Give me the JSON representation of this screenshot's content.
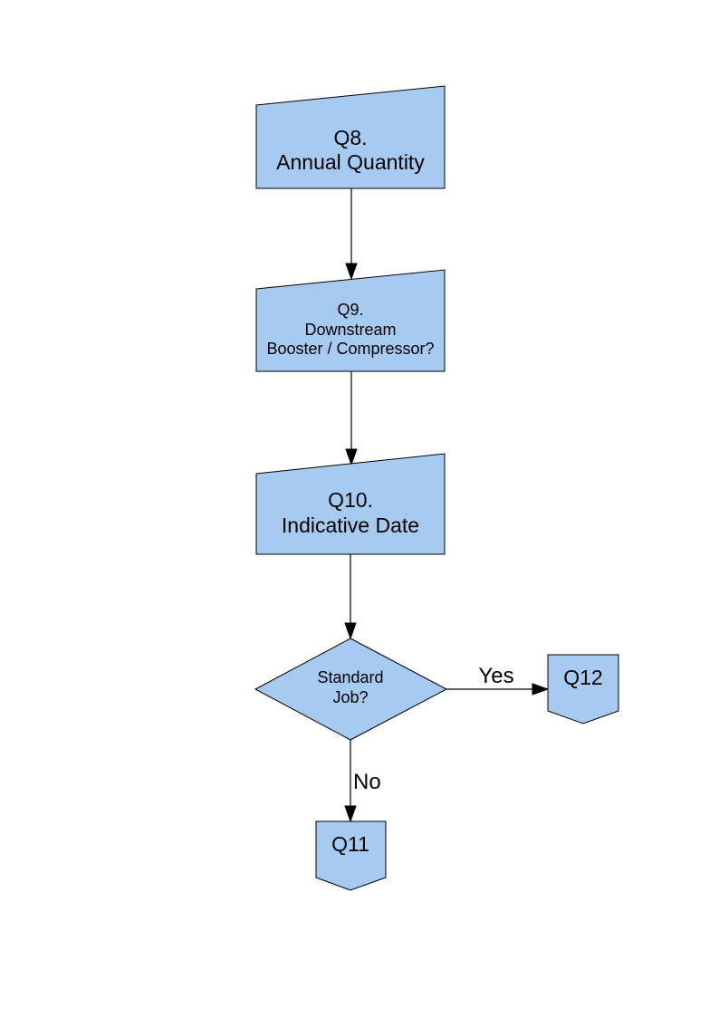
{
  "page": {
    "background_color": "#FFFFFF"
  },
  "diagram": {
    "type": "flowchart",
    "shape_fill_color": "#A6CAF0",
    "shape_stroke_color": "#000000",
    "connector_color": "#000000",
    "text_color": "#000000",
    "nodes": {
      "q8": {
        "shape": "manual-input",
        "lines": [
          "Q8.",
          "Annual Quantity"
        ]
      },
      "q9": {
        "shape": "manual-input",
        "lines": [
          "Q9.",
          "Downstream",
          "Booster / Compressor?"
        ]
      },
      "q10": {
        "shape": "manual-input",
        "lines": [
          "Q10.",
          "Indicative Date"
        ]
      },
      "decision": {
        "shape": "decision",
        "lines": [
          "Standard",
          "Job?"
        ]
      },
      "q12": {
        "shape": "off-page-connector",
        "label": "Q12"
      },
      "q11": {
        "shape": "off-page-connector",
        "label": "Q11"
      }
    },
    "edges": [
      {
        "from": "q8",
        "to": "q9",
        "label": ""
      },
      {
        "from": "q9",
        "to": "q10",
        "label": ""
      },
      {
        "from": "q10",
        "to": "decision",
        "label": ""
      },
      {
        "from": "decision",
        "to": "q12",
        "label": "Yes"
      },
      {
        "from": "decision",
        "to": "q11",
        "label": "No"
      }
    ]
  }
}
